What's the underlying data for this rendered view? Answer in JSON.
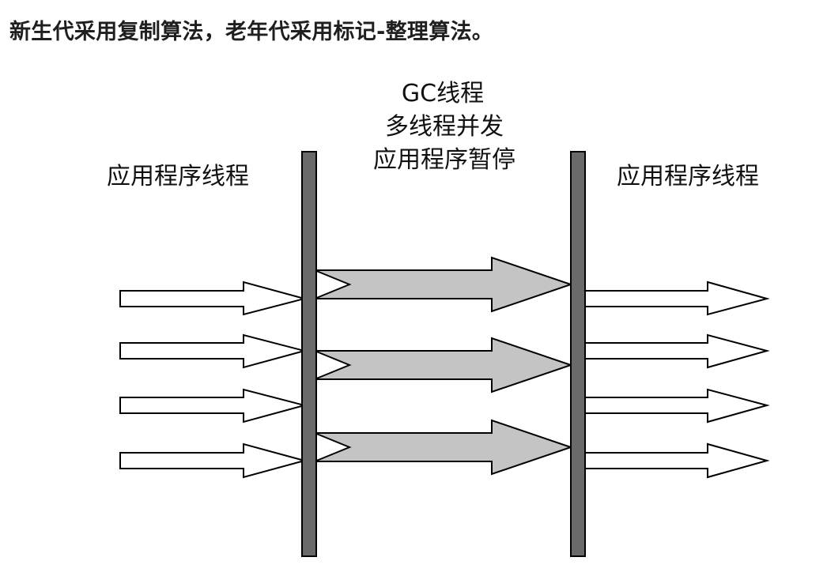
{
  "heading": "新生代采用复制算法，老年代采用标记-整理算法。",
  "diagram": {
    "labels": {
      "left_app_threads": "应用程序线程",
      "right_app_threads": "应用程序线程",
      "gc_line1": "GC线程",
      "gc_line2": "多线程并发",
      "gc_line3": "应用程序暂停"
    },
    "colors": {
      "barrier": "#6a6a6a",
      "gc_arrow_fill": "#c4c4c4",
      "app_arrow_fill": "#ffffff",
      "stroke": "#000000"
    },
    "arrow_counts": {
      "left_app_threads": 4,
      "gc_threads": 3,
      "right_app_threads": 4
    }
  }
}
